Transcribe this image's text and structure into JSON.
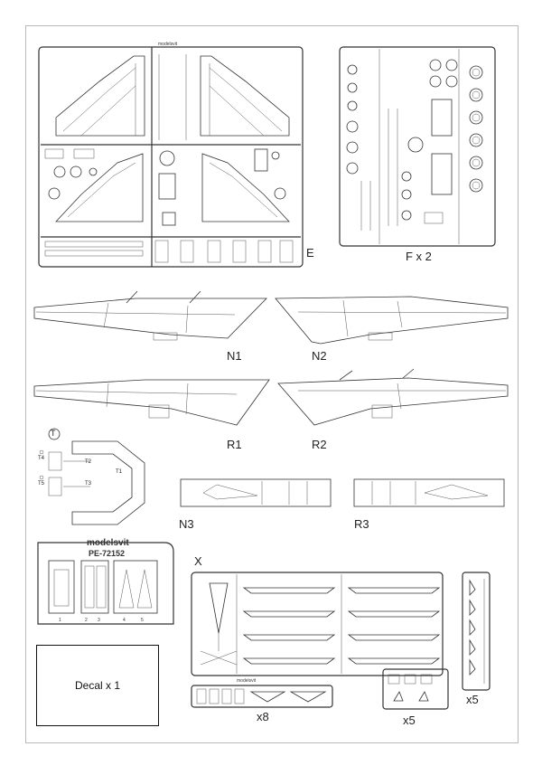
{
  "labels": {
    "sprue_e": "E",
    "sprue_f": "F x 2",
    "n1": "N1",
    "n2": "N2",
    "r1": "R1",
    "r2": "R2",
    "t": "T",
    "t1": "T1",
    "t2": "T2",
    "t3": "T3",
    "t4": "T4",
    "t5": "T5",
    "n3": "N3",
    "r3": "R3",
    "x": "X",
    "x8": "x8",
    "x5_a": "x5",
    "x5_b": "x5",
    "decal": "Decal x 1"
  },
  "pe_fret": {
    "brand": "modelsvit",
    "code": "PE-72152",
    "numbers": [
      "1",
      "2",
      "3",
      "4",
      "5"
    ]
  },
  "colors": {
    "line": "#333333",
    "frame": "#b9b9b9",
    "background": "#ffffff"
  }
}
